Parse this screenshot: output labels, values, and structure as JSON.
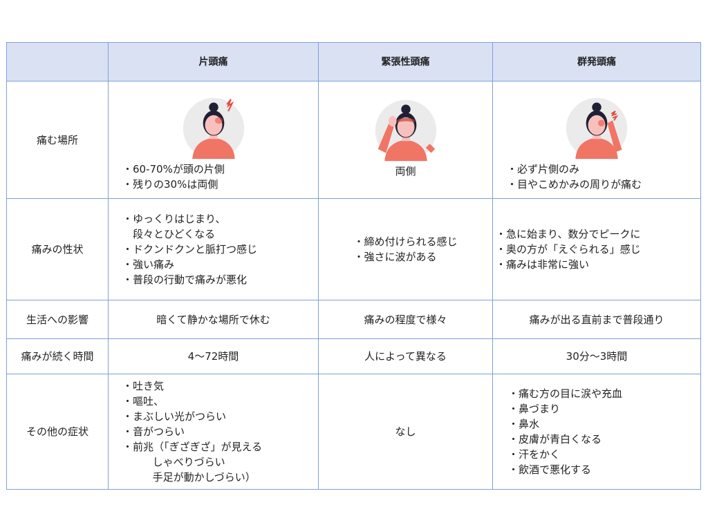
{
  "table": {
    "headers": [
      "",
      "片頭痛",
      "緊張性頭痛",
      "群発頭痛"
    ],
    "rows": {
      "location": {
        "label": "痛む場所",
        "migraine": [
          "60-70%が頭の片側",
          "残りの30%は両側"
        ],
        "tension": "両側",
        "cluster": [
          "必ず片側のみ",
          "目やこめかみの周りが痛む"
        ]
      },
      "character": {
        "label": "痛みの性状",
        "migraine": [
          "ゆっくりはじまり、",
          "段々とひどくなる",
          "ドクンドクンと脈打つ感じ",
          "強い痛み",
          "普段の行動で痛みが悪化"
        ],
        "tension": [
          "締め付けられる感じ",
          "強さに波がある"
        ],
        "cluster": [
          "急に始まり、数分でピークに",
          "奥の方が「えぐられる」感じ",
          "痛みは非常に強い"
        ]
      },
      "impact": {
        "label": "生活への影響",
        "migraine": "暗くて静かな場所で休む",
        "tension": "痛みの程度で様々",
        "cluster": "痛みが出る直前まで普段通り"
      },
      "duration": {
        "label": "痛みが続く時間",
        "migraine": "4〜72時間",
        "tension": "人によって異なる",
        "cluster": "30分〜3時間"
      },
      "other": {
        "label": "その他の症状",
        "migraine": [
          "吐き気",
          "嘔吐、",
          "まぶしい光がつらい",
          "音がつらい",
          "前兆（「ぎざぎざ」が見える",
          "      しゃべりづらい",
          "      手足が動かしづらい）"
        ],
        "tension": "なし",
        "cluster": [
          "痛む方の目に涙や充血",
          "鼻づまり",
          "鼻水",
          "皮膚が青白くなる",
          "汗をかく",
          "飲酒で悪化する"
        ]
      }
    },
    "icons": {
      "migraine": "woman-one-sided-headache-icon",
      "tension": "woman-holding-forehead-icon",
      "cluster": "woman-eye-pain-icon"
    }
  },
  "colors": {
    "border": "#7f9fdc",
    "header_bg": "#d9e1f3",
    "shirt": "#f07565",
    "skin": "#f8c0bd",
    "hair": "#1f2035",
    "circle": "#ebebeb",
    "pain": "#e8473a"
  }
}
